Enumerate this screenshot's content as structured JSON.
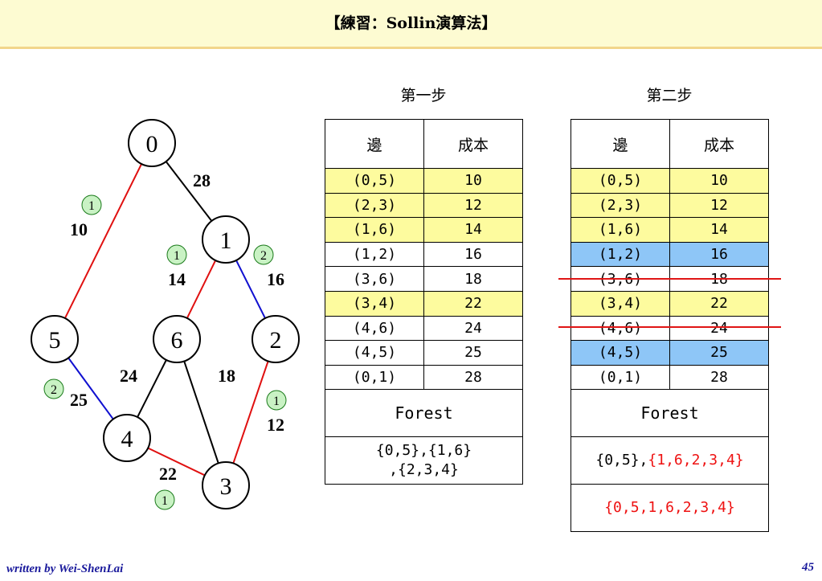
{
  "title": "【練習：Sollin演算法】",
  "graph": {
    "nodes": [
      "0",
      "1",
      "2",
      "3",
      "4",
      "5",
      "6"
    ],
    "edges": [
      {
        "from": "0",
        "to": "1",
        "weight": "28",
        "color": "#000000"
      },
      {
        "from": "0",
        "to": "5",
        "weight": "10",
        "color": "#e01010"
      },
      {
        "from": "1",
        "to": "2",
        "weight": "16",
        "color": "#1010d0"
      },
      {
        "from": "1",
        "to": "6",
        "weight": "14",
        "color": "#e01010"
      },
      {
        "from": "5",
        "to": "4",
        "weight": "25",
        "color": "#1010d0"
      },
      {
        "from": "6",
        "to": "4",
        "weight": "24",
        "color": "#000000"
      },
      {
        "from": "6",
        "to": "3",
        "weight": "18",
        "color": "#000000"
      },
      {
        "from": "2",
        "to": "3",
        "weight": "12",
        "color": "#e01010"
      },
      {
        "from": "4",
        "to": "3",
        "weight": "22",
        "color": "#e01010"
      }
    ],
    "step_badges": [
      "1",
      "1",
      "2",
      "2",
      "1",
      "1"
    ],
    "badge_color": "#c9f2c4"
  },
  "step1": {
    "label": "第一步",
    "header": [
      "邊",
      "成本"
    ],
    "rows": [
      {
        "edge": "(0,5)",
        "cost": "10",
        "highlight": "yellow"
      },
      {
        "edge": "(2,3)",
        "cost": "12",
        "highlight": "yellow"
      },
      {
        "edge": "(1,6)",
        "cost": "14",
        "highlight": "yellow"
      },
      {
        "edge": "(1,2)",
        "cost": "16",
        "highlight": "none"
      },
      {
        "edge": "(3,6)",
        "cost": "18",
        "highlight": "none"
      },
      {
        "edge": "(3,4)",
        "cost": "22",
        "highlight": "yellow"
      },
      {
        "edge": "(4,6)",
        "cost": "24",
        "highlight": "none"
      },
      {
        "edge": "(4,5)",
        "cost": "25",
        "highlight": "none"
      },
      {
        "edge": "(0,1)",
        "cost": "28",
        "highlight": "none"
      }
    ],
    "forest_label": "Forest",
    "forest_line1": "{0,5},{1,6}",
    "forest_line2": ",{2,3,4}"
  },
  "step2": {
    "label": "第二步",
    "header": [
      "邊",
      "成本"
    ],
    "rows": [
      {
        "edge": "(0,5)",
        "cost": "10",
        "highlight": "yellow"
      },
      {
        "edge": "(2,3)",
        "cost": "12",
        "highlight": "yellow"
      },
      {
        "edge": "(1,6)",
        "cost": "14",
        "highlight": "yellow"
      },
      {
        "edge": "(1,2)",
        "cost": "16",
        "highlight": "blue"
      },
      {
        "edge": "(3,6)",
        "cost": "18",
        "highlight": "none",
        "struck": true
      },
      {
        "edge": "(3,4)",
        "cost": "22",
        "highlight": "yellow"
      },
      {
        "edge": "(4,6)",
        "cost": "24",
        "highlight": "none",
        "struck": true
      },
      {
        "edge": "(4,5)",
        "cost": "25",
        "highlight": "blue"
      },
      {
        "edge": "(0,1)",
        "cost": "28",
        "highlight": "none"
      }
    ],
    "forest_label": "Forest",
    "forest_black": "{0,5},",
    "forest_red": "{1,6,2,3,4}",
    "forest_final": "{0,5,1,6,2,3,4}"
  },
  "colors": {
    "yellow": "#fdfb9e",
    "blue": "#8ec6f7",
    "red_text": "#ee1111",
    "strike": "#e01515"
  },
  "footer": {
    "author": "written by Wei-ShenLai",
    "page": "45"
  }
}
